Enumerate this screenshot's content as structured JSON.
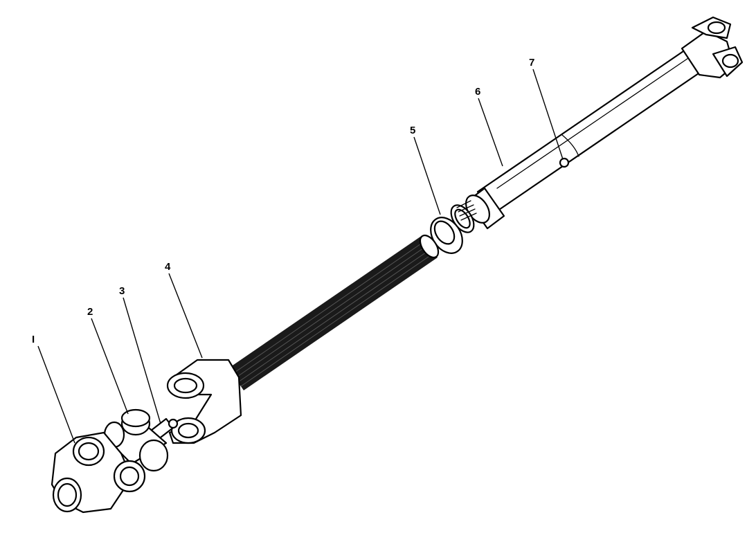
{
  "diagram": {
    "parts": [
      {
        "number": "I",
        "part": "slip-yoke"
      },
      {
        "number": "2",
        "part": "journal-bearing-cap"
      },
      {
        "number": "3",
        "part": "lubrication-fitting"
      },
      {
        "number": "4",
        "part": "splined-shaft-yoke"
      },
      {
        "number": "5",
        "part": "dust-seal-ring"
      },
      {
        "number": "6",
        "part": "propeller-shaft-tube"
      },
      {
        "number": "7",
        "part": "tube-fitting"
      }
    ]
  },
  "colors": {
    "ink": "#000000",
    "paper": "#ffffff",
    "spline_shading": "#1a1a1a"
  }
}
